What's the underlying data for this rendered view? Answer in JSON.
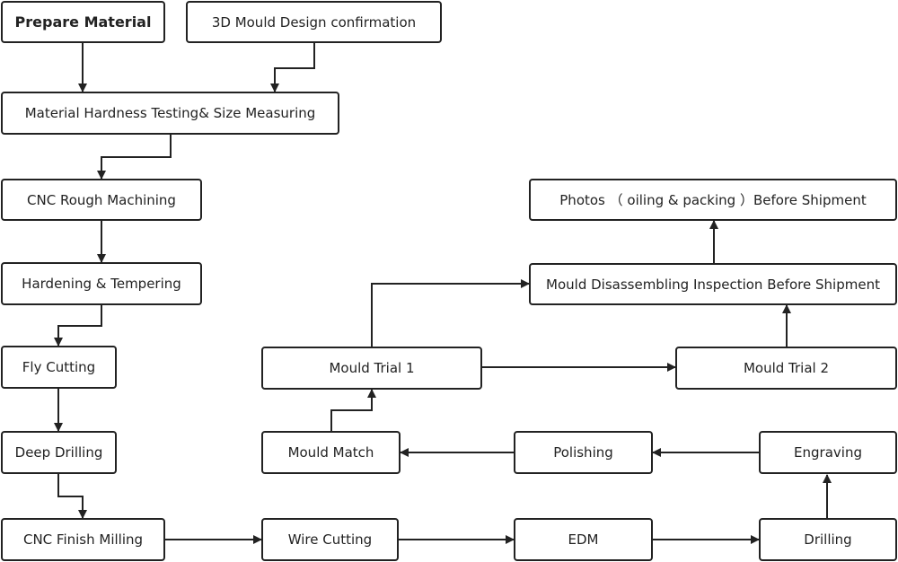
{
  "nodes": {
    "prepare_material": "Prepare Material",
    "mould_design": "3D Mould Design confirmation",
    "hardness_testing": "Material Hardness Testing& Size Measuring",
    "cnc_rough": "CNC Rough Machining",
    "hardening": "Hardening & Tempering",
    "fly_cutting": "Fly Cutting",
    "deep_drilling": "Deep Drilling",
    "cnc_finish": "CNC Finish Milling",
    "wire_cutting": "Wire Cutting",
    "edm": "EDM",
    "drilling": "Drilling",
    "engraving": "Engraving",
    "polishing": "Polishing",
    "mould_match": "Mould Match",
    "mould_trial_1": "Mould Trial 1",
    "mould_trial_2": "Mould Trial 2",
    "disassembling": "Mould Disassembling Inspection Before Shipment",
    "photos": "Photos （ oiling & packing ）Before Shipment"
  }
}
